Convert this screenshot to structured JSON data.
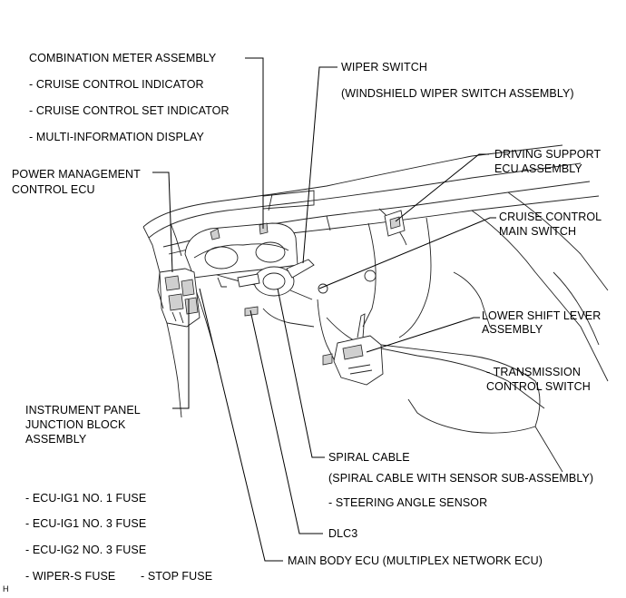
{
  "labels": {
    "combination_meter": "COMBINATION METER ASSEMBLY",
    "cruise_indicator": "- CRUISE CONTROL INDICATOR",
    "cruise_set_indicator": "- CRUISE CONTROL SET INDICATOR",
    "multi_display": "- MULTI-INFORMATION DISPLAY",
    "wiper_switch": "WIPER SWITCH",
    "wiper_switch_assy": "(WINDSHIELD WIPER SWITCH ASSEMBLY)",
    "power_mgmt_1": "POWER MANAGEMENT",
    "power_mgmt_2": "CONTROL ECU",
    "driving_support_1": "DRIVING SUPPORT",
    "driving_support_2": "ECU ASSEMBLY",
    "cruise_main_1": "CRUISE CONTROL",
    "cruise_main_2": "MAIN SWITCH",
    "lower_shift_1": "LOWER SHIFT LEVER",
    "lower_shift_2": "ASSEMBLY",
    "trans_switch_1": "- TRANSMISSION",
    "trans_switch_2": "CONTROL SWITCH",
    "ip_jb_1": "INSTRUMENT PANEL",
    "ip_jb_2": "JUNCTION BLOCK",
    "ip_jb_3": "ASSEMBLY",
    "spiral_cable": "SPIRAL CABLE",
    "spiral_cable_sub": "(SPIRAL CABLE WITH SENSOR SUB-ASSEMBLY)",
    "steering_angle": "- STEERING ANGLE SENSOR",
    "fuse_ig1_1": "- ECU-IG1 NO. 1 FUSE",
    "fuse_ig1_3": "- ECU-IG1 NO. 3 FUSE",
    "fuse_ig2_3": "- ECU-IG2 NO. 3 FUSE",
    "fuse_wiper": "- WIPER-S FUSE",
    "fuse_stop": "- STOP FUSE",
    "dlc3": "DLC3",
    "main_body_ecu": "MAIN BODY ECU (MULTIPLEX NETWORK ECU)",
    "corner_mark": "H"
  }
}
